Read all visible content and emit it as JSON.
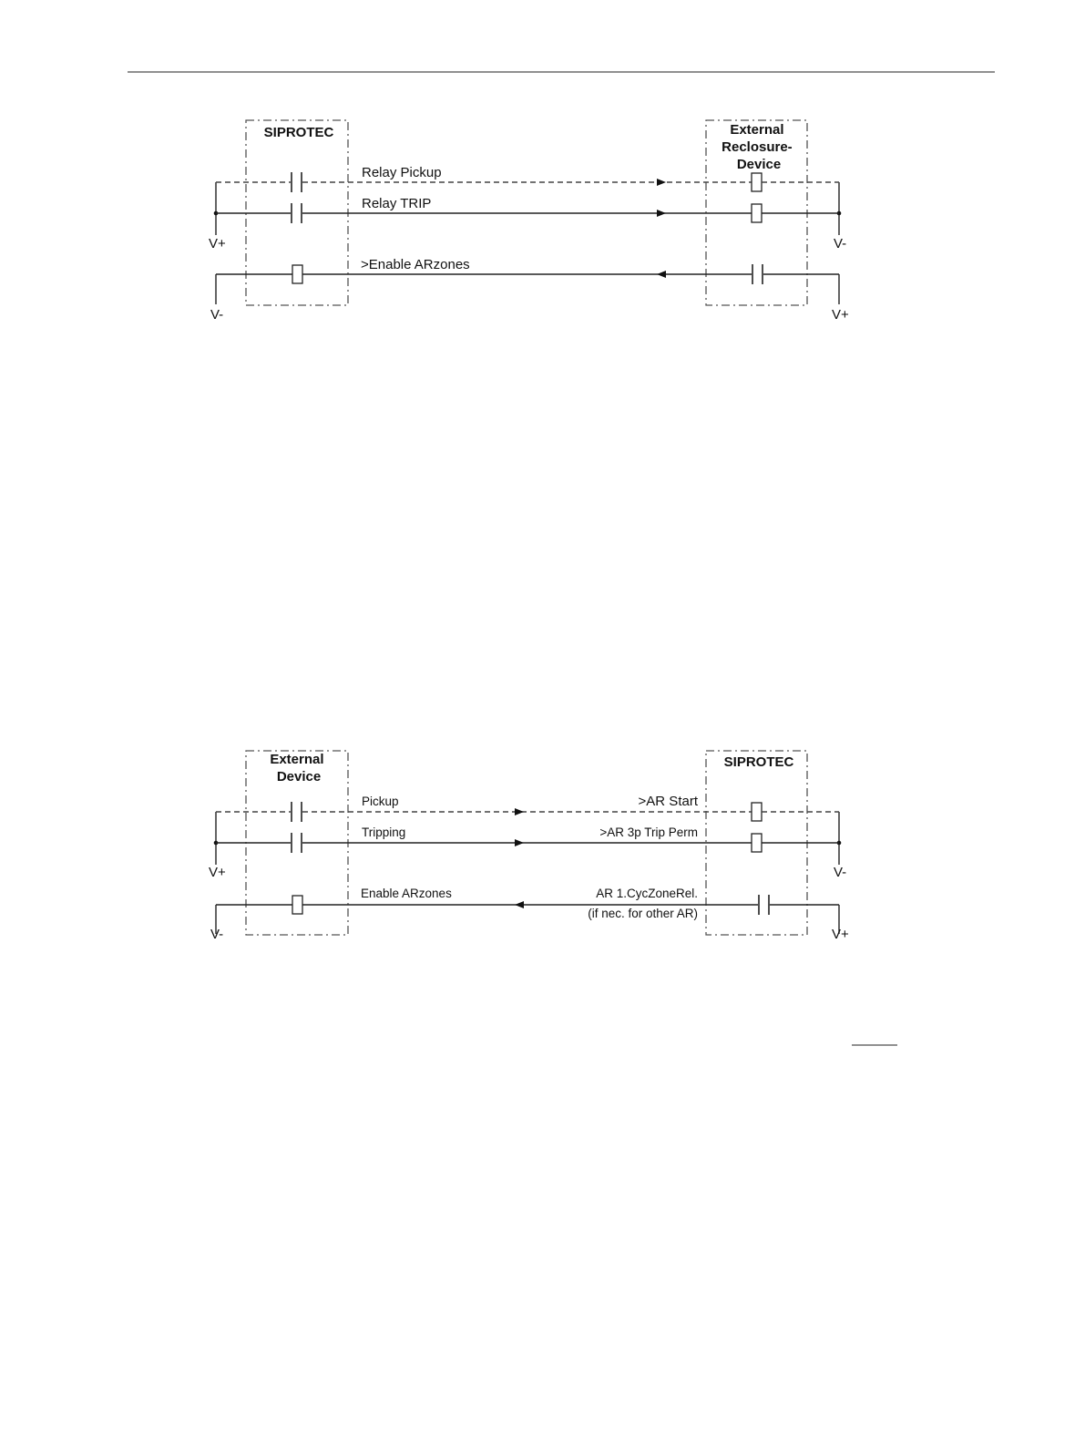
{
  "diagram1": {
    "left_box_title": [
      "SIPROTEC"
    ],
    "right_box_title": [
      "External",
      "Reclosure-",
      "Device"
    ],
    "signals": [
      {
        "label": "Relay Pickup"
      },
      {
        "label": "Relay TRIP"
      },
      {
        "label": ">Enable ARzones"
      }
    ],
    "supply": {
      "left_top": "V+",
      "right_top": "V-",
      "left_bottom": "V-",
      "right_bottom": "V+"
    }
  },
  "diagram2": {
    "left_box_title": [
      "External",
      "Device"
    ],
    "right_box_title": [
      "SIPROTEC"
    ],
    "signals": [
      {
        "label": "Pickup",
        "right_label": ">AR Start"
      },
      {
        "label": "Tripping",
        "right_label": ">AR 3p Trip Perm"
      },
      {
        "label": "Enable ARzones",
        "right_label": "AR 1.CycZoneRel.",
        "right_note": "(if nec. for other AR)"
      }
    ],
    "supply": {
      "left_top": "V+",
      "right_top": "V-",
      "left_bottom": "V-",
      "right_bottom": "V+"
    }
  }
}
